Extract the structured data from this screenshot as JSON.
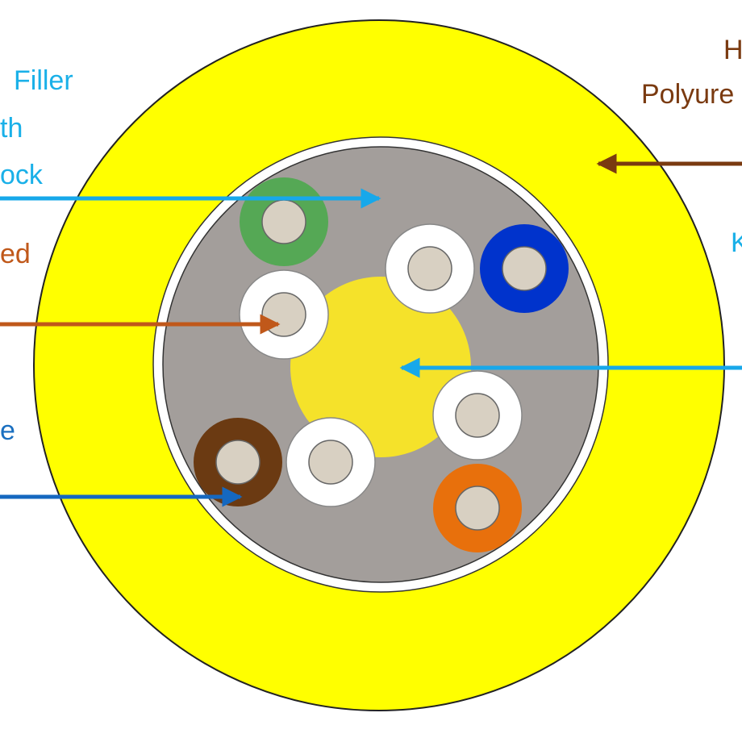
{
  "labels": {
    "filler_line1": "Filler",
    "filler_line2": "th",
    "filler_line3": "ock",
    "tight_buffered": "ed",
    "fiber_color": "e",
    "jacket_line1": "H",
    "jacket_line2": "Polyure",
    "kevlar": "K"
  },
  "colors": {
    "outer_jacket": "#ffff00",
    "filler": "#a39e9b",
    "central_member": "#f5e22a",
    "fiber_core": "#d8d0c2",
    "label_blue": "#1ab0e8",
    "label_orange": "#c0581a",
    "label_dark_blue": "#1a6fc0",
    "label_brown": "#7a3a10",
    "arrow_light_blue": "#17a8ea",
    "arrow_orange": "#c0581a",
    "arrow_blue": "#1568c0",
    "arrow_brown": "#7a3a10"
  },
  "fibers": [
    {
      "name": "green",
      "color": "#55a855"
    },
    {
      "name": "white",
      "color": "#ffffff"
    },
    {
      "name": "blue",
      "color": "#0033cc"
    },
    {
      "name": "white",
      "color": "#ffffff"
    },
    {
      "name": "white",
      "color": "#ffffff"
    },
    {
      "name": "brown",
      "color": "#6b3a12"
    },
    {
      "name": "white",
      "color": "#ffffff"
    },
    {
      "name": "orange",
      "color": "#e8700c"
    }
  ]
}
